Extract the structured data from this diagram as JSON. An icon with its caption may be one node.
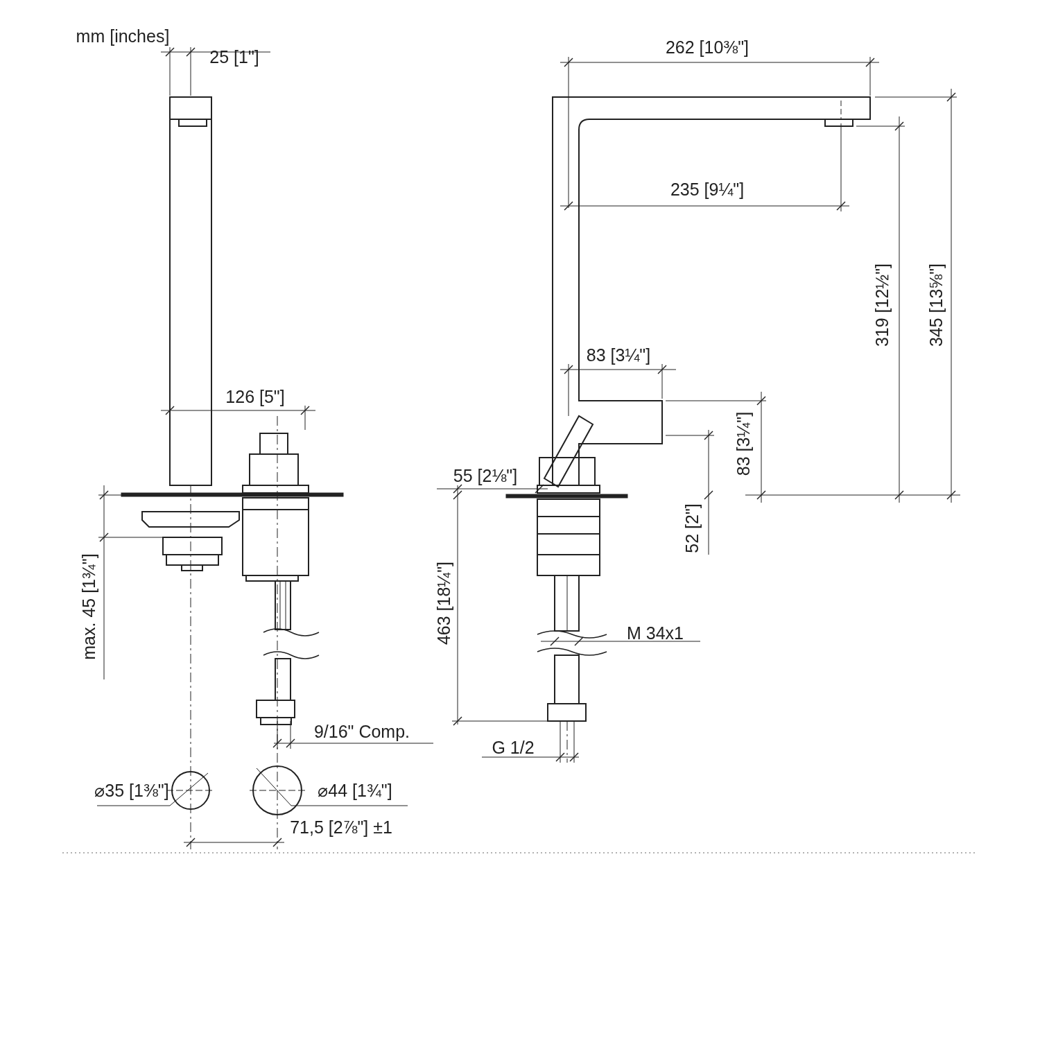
{
  "diagram": {
    "labels": [
      "mm [inches]",
      "25 [1\"]",
      "262 [10⅜\"]",
      "235 [9¼\"]",
      "319 [12½\"]",
      "345 [13⅝\"]",
      "83 [3¼\"]",
      "126 [5\"]",
      "83 [3¼\"]",
      "55 [2⅛\"]",
      "52 [2\"]",
      "max. 45 [1¾\"]",
      "463 [18¼\"]",
      "M 34x1",
      "9/16\" Comp.",
      "G 1/2",
      "⌀35 [1⅜\"]",
      "⌀44 [1¾\"]",
      "71,5 [2⅞\"] ±1"
    ]
  }
}
